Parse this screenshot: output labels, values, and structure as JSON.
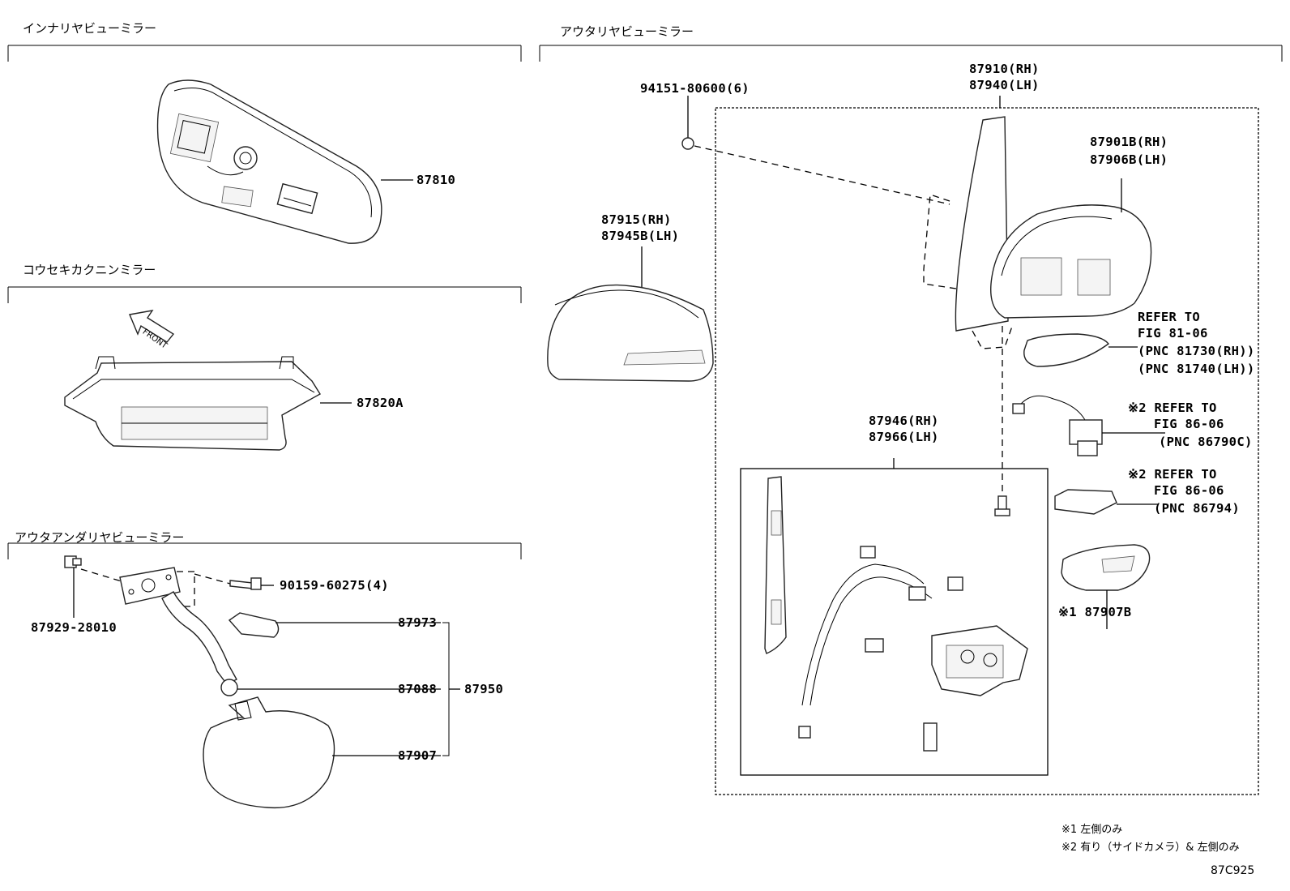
{
  "figure_code": "87C925",
  "sections": {
    "inner_mirror": "インナリヤビューミラー",
    "check_mirror": "コウセキカクニンミラー",
    "outer_under_mirror": "アウタアンダリヤビューミラー",
    "outer_mirror": "アウタリヤビューミラー"
  },
  "front_label": "FRONT",
  "parts": {
    "p87810": "87810",
    "p87820a": "87820A",
    "p87929": "87929-28010",
    "p90159": "90159-60275(4)",
    "p87973": "87973",
    "p87088": "87088",
    "p87950": "87950",
    "p87907": "87907",
    "p94151": "94151-80600(6)",
    "p87915_1": "87915(RH)",
    "p87915_2": "87945B(LH)",
    "p87910_1": "87910(RH)",
    "p87910_2": "87940(LH)",
    "p87901_1": "87901B(RH)",
    "p87901_2": "87906B(LH)",
    "ref1_1": "REFER TO",
    "ref1_2": "FIG 81-06",
    "ref1_3": "(PNC 81730(RH))",
    "ref1_4": "(PNC 81740(LH))",
    "ref2_1": "※2 REFER TO",
    "ref2_2": "FIG 86-06",
    "ref2_3": "(PNC 86790C)",
    "ref3_1": "※2 REFER TO",
    "ref3_2": "FIG 86-06",
    "ref3_3": "(PNC 86794)",
    "p87946_1": "87946(RH)",
    "p87946_2": "87966(LH)",
    "p87907b": "※1 87907B"
  },
  "notes": {
    "note1": "※1 左側のみ",
    "note2": "※2 有り（サイドカメラ）& 左側のみ"
  }
}
